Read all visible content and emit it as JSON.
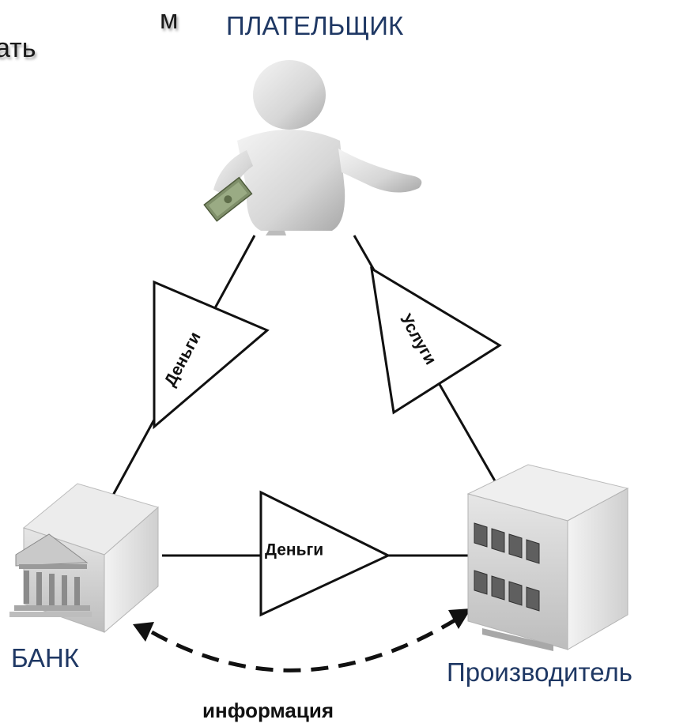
{
  "cropped_text": {
    "line1": "м",
    "line2": "ать"
  },
  "nodes": {
    "payer": {
      "label": "ПЛАТЕЛЬЩИК"
    },
    "bank": {
      "label": "БАНК"
    },
    "producer": {
      "label": "Производитель"
    }
  },
  "flows": {
    "payer_to_bank": {
      "label": "Деньги"
    },
    "payer_to_producer": {
      "label": "Услуги"
    },
    "bank_to_producer": {
      "label": "Деньги"
    },
    "info": {
      "label": "информация"
    }
  },
  "colors": {
    "node_label": "#1f3864",
    "line": "#111111",
    "building": "#d9d9d9"
  },
  "icons": [
    "person-icon",
    "money-icon",
    "bank-building-icon",
    "office-building-icon"
  ]
}
